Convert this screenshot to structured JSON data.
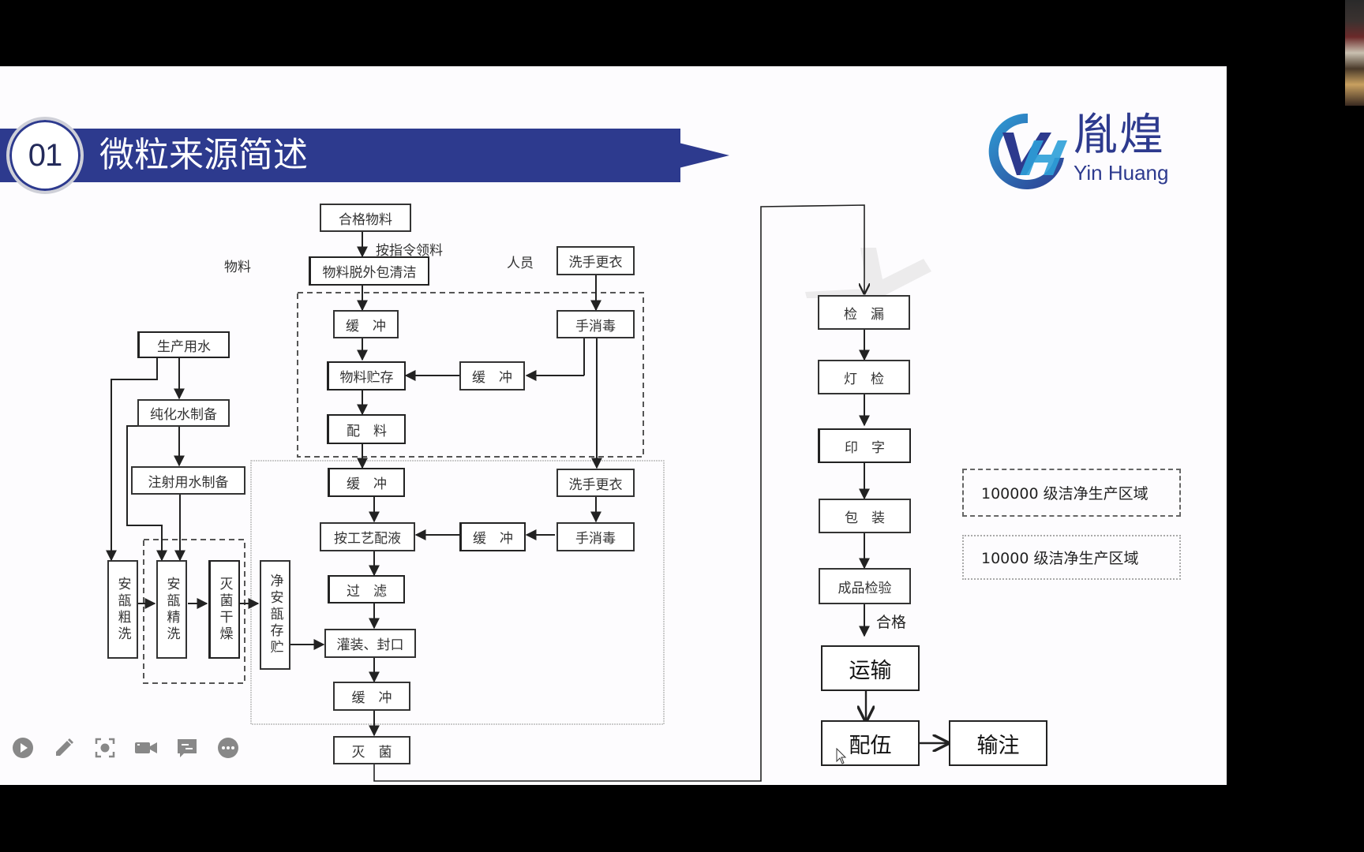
{
  "slide": {
    "section_number": "01",
    "title": "微粒来源简述",
    "logo": {
      "chinese": "胤煌",
      "english": "Yin Huang"
    },
    "colors": {
      "banner": "#2d3a8e",
      "logo": "#2d3a8e",
      "logo_accent": "#2ea0d8"
    }
  },
  "diagram": {
    "section_labels": {
      "material": "物料",
      "personnel": "人员"
    },
    "edge_labels": {
      "by_instruction": "按指令领料",
      "qualified": "合格"
    },
    "nodes": {
      "qualified_material": "合格物料",
      "material_unpack_clean": "物料脱外包清洁",
      "buffer_1": "缓　冲",
      "material_storage": "物料贮存",
      "buffer_2": "缓　冲",
      "batching": "配　料",
      "wash_change_1": "洗手更衣",
      "hand_disinfect_1": "手消毒",
      "production_water": "生产用水",
      "purified_water": "纯化水制备",
      "injection_water": "注射用水制备",
      "ampoule_rough_wash": "安瓿粗洗",
      "ampoule_fine_wash": "安瓿精洗",
      "sterile_dry": "灭菌干燥",
      "clean_ampoule_storage": "净安瓿存贮",
      "buffer_3": "缓　冲",
      "process_compounding": "按工艺配液",
      "buffer_4": "缓　冲",
      "wash_change_2": "洗手更衣",
      "hand_disinfect_2": "手消毒",
      "filtration": "过　滤",
      "fill_seal": "灌装、封口",
      "buffer_5": "缓　冲",
      "sterilization": "灭　菌",
      "leak_test": "检　漏",
      "light_inspection": "灯　检",
      "printing": "印　字",
      "packaging": "包　装",
      "final_inspection": "成品检验",
      "transport": "运输",
      "compounding": "配伍",
      "infusion": "输注"
    },
    "legend": [
      {
        "label": "100000 级洁净生产区域",
        "style": "dashed"
      },
      {
        "label": "10000 级洁净生产区域",
        "style": "dotted"
      }
    ]
  },
  "toolbar": [
    {
      "name": "play-icon"
    },
    {
      "name": "pen-icon"
    },
    {
      "name": "focus-icon"
    },
    {
      "name": "camera-icon"
    },
    {
      "name": "subtitle-icon"
    },
    {
      "name": "more-icon"
    }
  ]
}
